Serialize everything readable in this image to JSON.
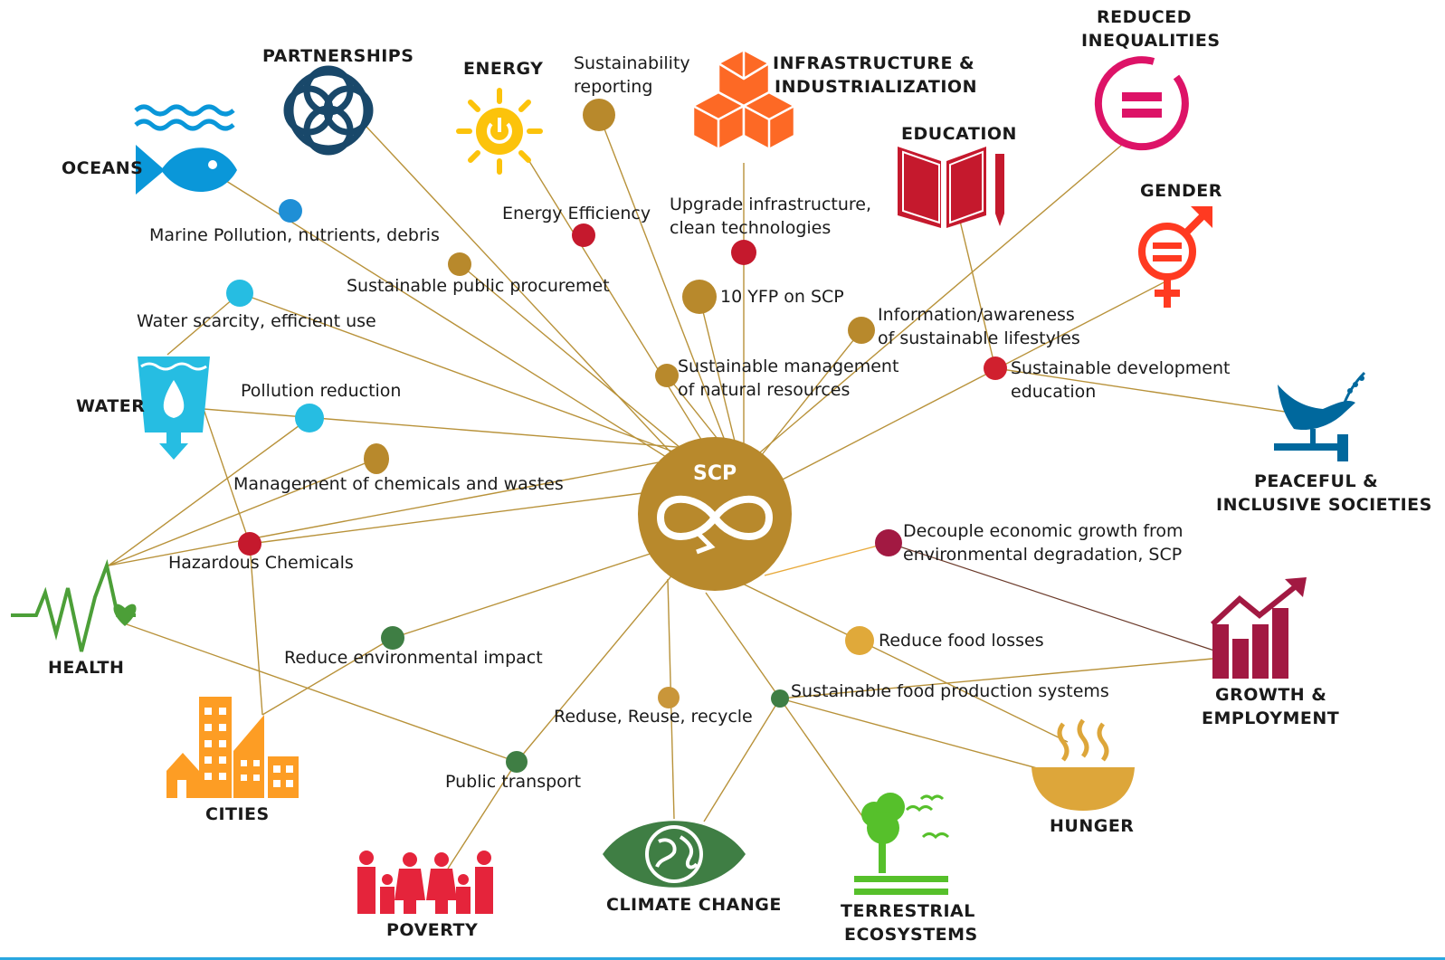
{
  "center": {
    "label": "SCP",
    "color": "#b8892c"
  },
  "goals": {
    "partnerships": {
      "label": "PARTNERSHIPS",
      "color": "#19486a",
      "icon": "rings-icon"
    },
    "energy": {
      "label": "ENERGY",
      "color": "#fcc30b",
      "icon": "sun-power-icon"
    },
    "oceans": {
      "label": "OCEANS",
      "color": "#0a97d9",
      "icon": "fish-waves-icon"
    },
    "infrastructure": {
      "label_1": "INFRASTRUCTURE &",
      "label_2": "INDUSTRIALIZATION",
      "color": "#fd6925",
      "icon": "cubes-icon"
    },
    "reduced_inequalities": {
      "label_1": "REDUCED",
      "label_2": "INEQUALITIES",
      "color": "#dd1367",
      "icon": "equals-ring-icon"
    },
    "education": {
      "label": "EDUCATION",
      "color": "#c5192d",
      "icon": "book-pencil-icon"
    },
    "gender": {
      "label": "GENDER",
      "color": "#ff3a21",
      "icon": "gender-symbol-icon"
    },
    "water": {
      "label": "WATER",
      "color": "#26bde2",
      "icon": "water-glass-icon"
    },
    "peaceful": {
      "label_1": "PEACEFUL &",
      "label_2": "INCLUSIVE SOCIETIES",
      "color": "#00689d",
      "icon": "dove-gavel-icon"
    },
    "health": {
      "label": "HEALTH",
      "color": "#4c9f38",
      "icon": "heartbeat-icon"
    },
    "growth": {
      "label_1": "GROWTH &",
      "label_2": "EMPLOYMENT",
      "color": "#a21942",
      "icon": "growth-chart-icon"
    },
    "cities": {
      "label": "CITIES",
      "color": "#fd9d24",
      "icon": "buildings-icon"
    },
    "hunger": {
      "label": "HUNGER",
      "color": "#dda63a",
      "icon": "bowl-icon"
    },
    "poverty": {
      "label": "POVERTY",
      "color": "#e5243b",
      "icon": "family-icon"
    },
    "climate": {
      "label": "CLIMATE CHANGE",
      "color": "#3f7e44",
      "icon": "eye-globe-icon"
    },
    "terrestrial": {
      "label_1": "TERRESTRIAL",
      "label_2": "ECOSYSTEMS",
      "color": "#56c02b",
      "icon": "tree-birds-icon"
    }
  },
  "targets": {
    "sustainability_reporting": {
      "line_1": "Sustainability",
      "line_2": "reporting",
      "color": "#b8892c"
    },
    "energy_efficiency": {
      "label": "Energy Efficiency",
      "color": "#c5192d"
    },
    "upgrade_infrastructure": {
      "line_1": "Upgrade infrastructure,",
      "line_2": "clean technologies",
      "color": "#c5192d"
    },
    "marine_pollution": {
      "label": "Marine Pollution, nutrients, debris",
      "color": "#1f8fd6"
    },
    "public_procurement": {
      "label": "Sustainable public procuremet",
      "color": "#b8892c"
    },
    "yfp": {
      "label": "10 YFP on SCP",
      "color": "#b8892c"
    },
    "water_scarcity": {
      "label": "Water scarcity, efficient use",
      "color": "#26bde2"
    },
    "information_awareness": {
      "line_1": "Information/awareness",
      "line_2": "of sustainable lifestyles",
      "color": "#b8892c"
    },
    "natural_resources": {
      "line_1": "Sustainable management",
      "line_2": "of natural resources",
      "color": "#b8892c"
    },
    "sd_education": {
      "line_1": "Sustainable development",
      "line_2": "education",
      "color": "#d0202e"
    },
    "pollution_reduction": {
      "label": "Pollution reduction",
      "color": "#26bde2"
    },
    "chemicals_wastes": {
      "label": "Management of chemicals and wastes",
      "color": "#b8892c"
    },
    "hazardous_chemicals": {
      "label": "Hazardous Chemicals",
      "color": "#c5192d"
    },
    "decouple": {
      "line_1": "Decouple economic growth from",
      "line_2": "environmental degradation, SCP",
      "color": "#a21942"
    },
    "reduce_env_impact": {
      "label": "Reduce environmental impact",
      "color": "#3f7e44"
    },
    "food_losses": {
      "label": "Reduce food losses",
      "color": "#e0a93a"
    },
    "food_production": {
      "label": "Sustainable food production systems",
      "color": "#3f7e44"
    },
    "reduse_reuse": {
      "label": "Reduse, Reuse, recycle",
      "color": "#c9963a"
    },
    "public_transport": {
      "label": "Public transport",
      "color": "#3f7e44"
    }
  }
}
